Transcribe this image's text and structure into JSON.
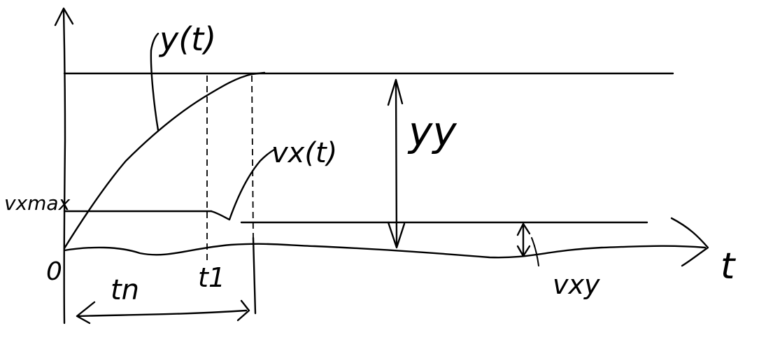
{
  "labels": {
    "y_of_t": "y(t)",
    "vx_of_t": "vx(t)",
    "y_y": "yy",
    "vx_max": "vxmax",
    "origin": "0",
    "t_n": "tn",
    "t_1": "t1",
    "v_xy": "vxy",
    "t_axis": "t"
  }
}
